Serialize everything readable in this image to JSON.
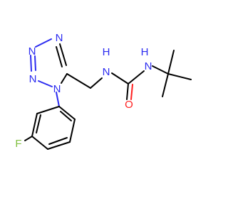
{
  "molecule": {
    "atoms": {
      "n_tetrazole_top": "N",
      "n_tetrazole_left": "N",
      "n_tetrazole_bottom_left": "N",
      "n_tetrazole_aryl": "N",
      "n_urea_left": "N",
      "h_urea_left": "H",
      "n_urea_right": "N",
      "h_urea_right": "H",
      "o_carbonyl": "O",
      "f_aryl": "F"
    },
    "colors": {
      "carbon": "#000000",
      "nitrogen": "#2c2cf0",
      "oxygen": "#ff2020",
      "fluorine": "#7fbf3f"
    }
  }
}
